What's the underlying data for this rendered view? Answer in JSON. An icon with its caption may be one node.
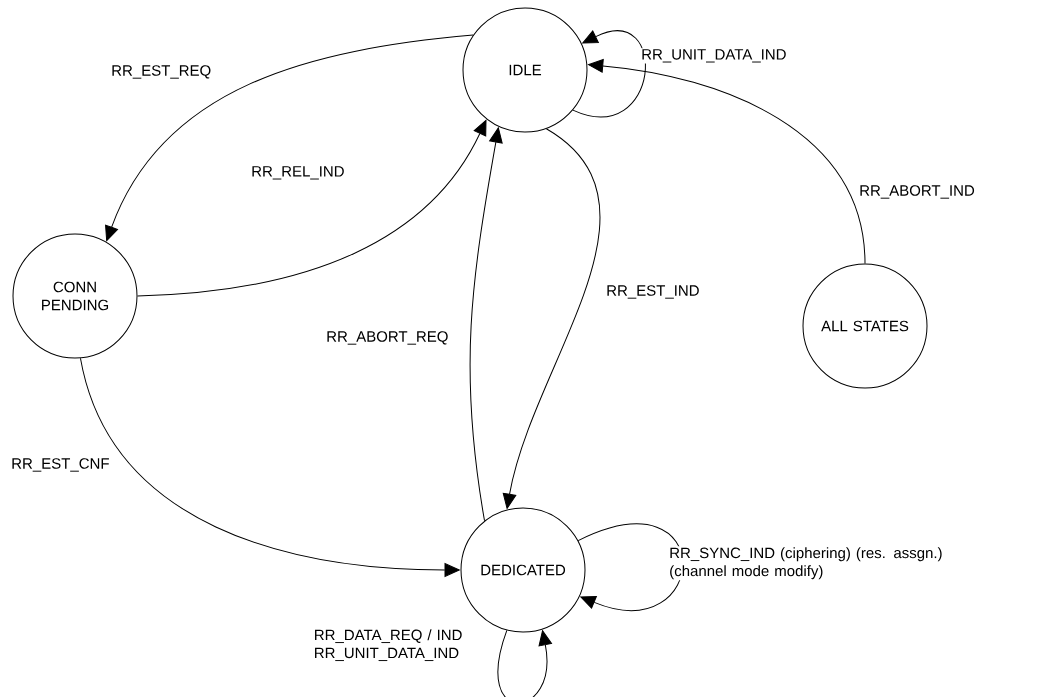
{
  "diagram": {
    "nodes": [
      {
        "text": [
          "IDLE"
        ]
      },
      {
        "text": [
          "CONN PENDING"
        ]
      },
      {
        "text": [
          "ALL STATES"
        ]
      },
      {
        "text": [
          "DEDICATED"
        ]
      }
    ],
    "edges": [
      {
        "from": 0,
        "to": 0,
        "arrow": "to",
        "label": "RR_UNIT_DATA_IND"
      },
      {
        "from": 0,
        "to": 1,
        "arrow": "to",
        "label": "RR_EST_REQ"
      },
      {
        "from": 1,
        "to": 0,
        "arrow": "to",
        "label": "RR_REL_IND"
      },
      {
        "from": 2,
        "to": 0,
        "arrow": "to",
        "label": "RR_ABORT_IND"
      },
      {
        "from": 0,
        "to": 3,
        "arrow": "to",
        "label": "RR_EST_IND"
      },
      {
        "from": 3,
        "to": 0,
        "arrow": "to",
        "label": "RR_ABORT_REQ"
      },
      {
        "from": 1,
        "to": 3,
        "arrow": "to",
        "label": "RR_EST_CNF"
      },
      {
        "from": 3,
        "to": 3,
        "arrow": "to",
        "label": "RR_SYNC_IND (ciphering) (res. assgn.) (channel mode modify)"
      },
      {
        "from": 3,
        "to": 3,
        "arrow": "to",
        "label": "RR_DATA_REQ / IND RR_UNIT_DATA_IND"
      }
    ]
  }
}
